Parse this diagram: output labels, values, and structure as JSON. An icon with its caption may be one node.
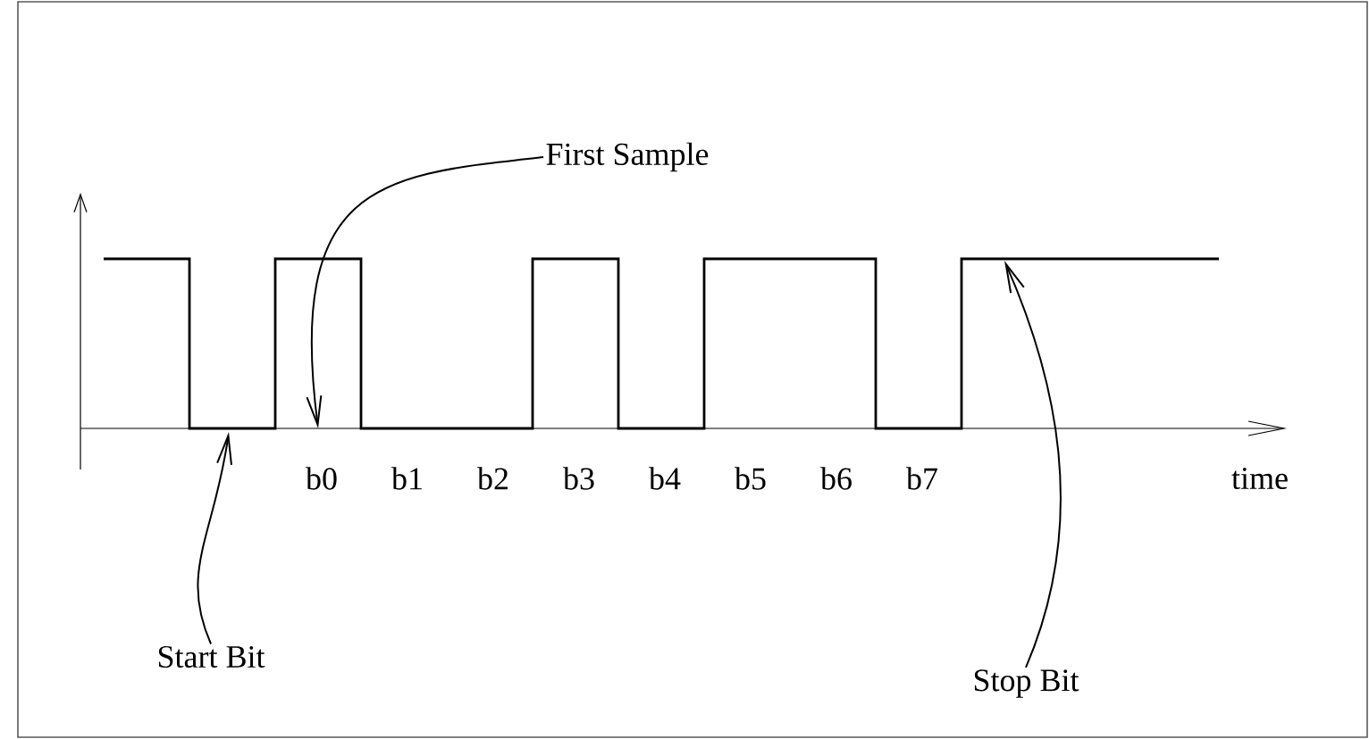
{
  "diagram": {
    "nodes": [
      {
        "text": [
          "First Sample"
        ]
      },
      {
        "text": [
          "Start Bit"
        ]
      },
      {
        "text": [
          "Stop Bit"
        ]
      }
    ],
    "edges": [
      {
        "from": 0,
        "to": null,
        "arrow": "to"
      },
      {
        "from": 1,
        "to": null,
        "arrow": "to"
      },
      {
        "from": 2,
        "to": null,
        "arrow": "to"
      }
    ],
    "labels": [
      "b0",
      "b1",
      "b2",
      "b3",
      "b4",
      "b5",
      "b6",
      "b7",
      "time"
    ]
  }
}
